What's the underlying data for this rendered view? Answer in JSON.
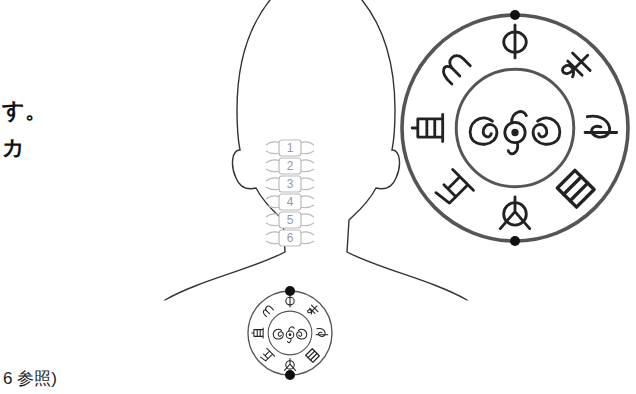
{
  "diagram": {
    "labels": [
      "す。",
      "カ",
      "1",
      "2",
      "3",
      "4",
      "5",
      "6",
      "6 参照)"
    ]
  }
}
